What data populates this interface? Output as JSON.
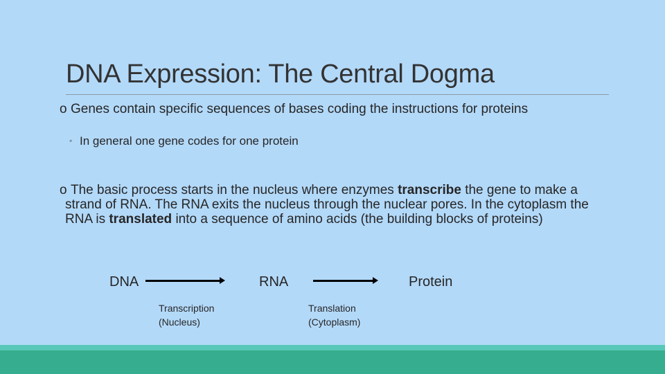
{
  "slide": {
    "title": "DNA Expression:  The Central Dogma",
    "bullet_mark": "o",
    "sub_mark": "◦",
    "bullet1": "Genes contain specific sequences of bases coding the instructions for proteins",
    "sub1": "In general one gene codes for one protein",
    "bullet2": {
      "part1": "The basic process starts in the nucleus where enzymes ",
      "bold1": "transcribe",
      "part2": " the gene to make a strand of RNA.  The RNA exits the nucleus through the nuclear pores.  In the cytoplasm the RNA is ",
      "bold2": "translated",
      "part3": " into a sequence of amino acids (the building blocks of proteins)"
    }
  },
  "diagram": {
    "dna": "DNA",
    "rna": "RNA",
    "protein": "Protein",
    "step1_line1": "Transcription",
    "step1_line2": "(Nucleus)",
    "step2_line1": "Translation",
    "step2_line2": "(Cytoplasm)"
  },
  "colors": {
    "background": "#b3d9f9",
    "band_light": "#58c9b9",
    "band_dark": "#36ad8e"
  }
}
